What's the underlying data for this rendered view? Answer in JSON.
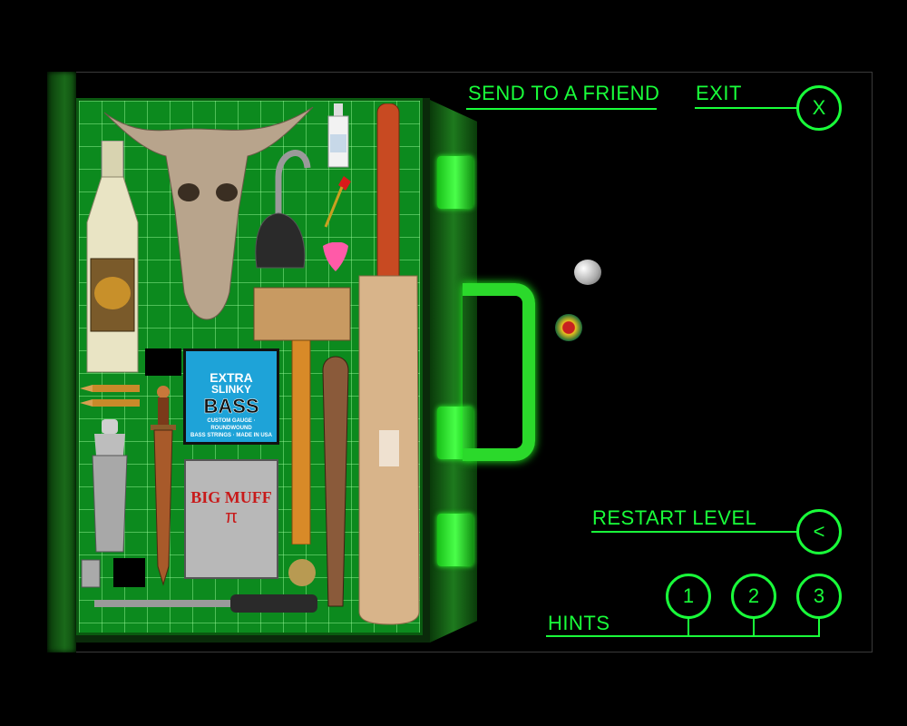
{
  "menu": {
    "send_to_friend": "SEND TO A FRIEND",
    "exit": "EXIT",
    "exit_button": "X",
    "restart_level": "RESTART LEVEL",
    "restart_button": "<",
    "hints": "HINTS",
    "hint_buttons": [
      "1",
      "2",
      "3"
    ]
  },
  "items": {
    "bass_strings": {
      "line1": "EXTRA",
      "line2": "SLINKY",
      "line3": "BASS",
      "foot": "CUSTOM GAUGE · ROUNDWOUND",
      "foot2": "BASS STRINGS · MADE IN USA"
    },
    "pedal": {
      "label": "BIG MUFF",
      "symbol": "π"
    }
  },
  "colors": {
    "neon": "#19ff3a",
    "grid": "#0c8a1e",
    "background": "#000000"
  }
}
